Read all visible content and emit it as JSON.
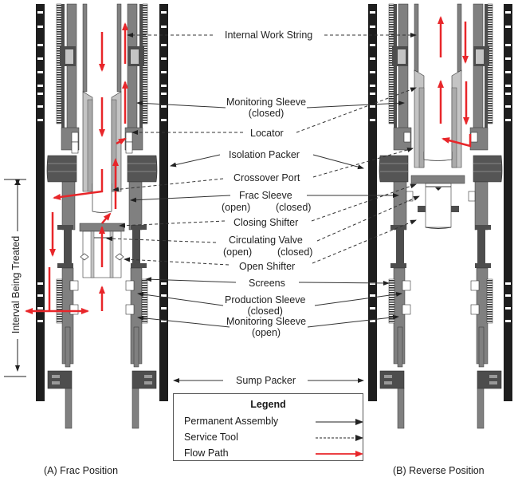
{
  "figure": {
    "panels": [
      {
        "id": "A",
        "caption": "(A) Frac Position"
      },
      {
        "id": "B",
        "caption": "(B) Reverse Position"
      }
    ],
    "interval_label": "Interval Being Treated",
    "labels": {
      "internal_work_string": "Internal Work String",
      "monitoring_sleeve_closed_title": "Monitoring Sleeve",
      "monitoring_sleeve_closed_state": "(closed)",
      "locator": "Locator",
      "isolation_packer": "Isolation Packer",
      "crossover_port": "Crossover Port",
      "frac_sleeve_title": "Frac Sleeve",
      "frac_sleeve_state_a": "(open)",
      "frac_sleeve_state_b": "(closed)",
      "closing_shifter": "Closing Shifter",
      "circulating_valve_title": "Circulating Valve",
      "circulating_valve_state_a": "(open)",
      "circulating_valve_state_b": "(closed)",
      "open_shifter": "Open Shifter",
      "screens": "Screens",
      "production_sleeve_title": "Production Sleeve",
      "production_sleeve_state": "(closed)",
      "monitoring_sleeve_open_title": "Monitoring Sleeve",
      "monitoring_sleeve_open_state": "(open)",
      "sump_packer": "Sump Packer"
    },
    "legend": {
      "title": "Legend",
      "items": [
        {
          "label": "Permanent Assembly",
          "style": "solid",
          "color": "#222222"
        },
        {
          "label": "Service Tool",
          "style": "dashed",
          "color": "#222222"
        },
        {
          "label": "Flow Path",
          "style": "solid",
          "color": "#e8262a"
        }
      ]
    },
    "colors": {
      "casing": "#1e1e1e",
      "assembly_dark": "#4d4d4d",
      "assembly_mid": "#808080",
      "assembly_light": "#c4c4c4",
      "flow": "#e8262a",
      "leader": "#333333"
    }
  }
}
